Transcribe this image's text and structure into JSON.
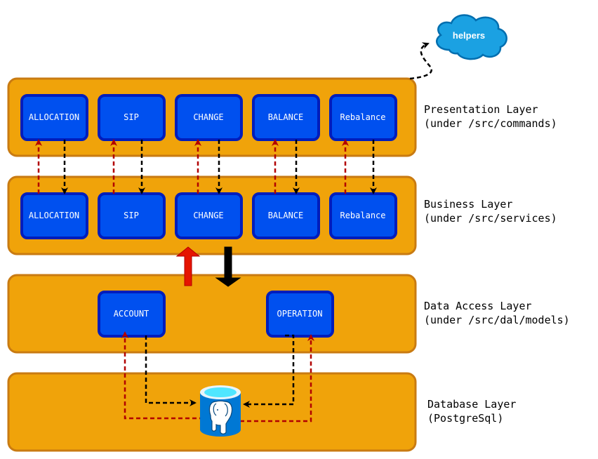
{
  "cloud": {
    "label": "helpers"
  },
  "layers": [
    {
      "id": "presentation",
      "title": "Presentation Layer",
      "subtitle": "(under /src/commands)"
    },
    {
      "id": "business",
      "title": "Business Layer",
      "subtitle": "(under /src/services)"
    },
    {
      "id": "dal",
      "title": "Data Access Layer",
      "subtitle": "(under /src/dal/models)"
    },
    {
      "id": "database",
      "title": "Database Layer",
      "subtitle": "(PostgreSql)"
    }
  ],
  "presentation_modules": [
    "ALLOCATION",
    "SIP",
    "CHANGE",
    "BALANCE",
    "Rebalance"
  ],
  "business_modules": [
    "ALLOCATION",
    "SIP",
    "CHANGE",
    "BALANCE",
    "Rebalance"
  ],
  "dal_models": [
    "ACCOUNT",
    "OPERATION"
  ],
  "colors": {
    "layer_fill": "#f0a30a",
    "layer_stroke": "#c97b12",
    "module_fill": "#0050ef",
    "module_stroke": "#001dbc",
    "arrow_up": "#b20000",
    "arrow_down": "#000000",
    "cloud_fill": "#1ba1e2",
    "cloud_stroke": "#006eaf",
    "db_fill": "#0078d4"
  }
}
